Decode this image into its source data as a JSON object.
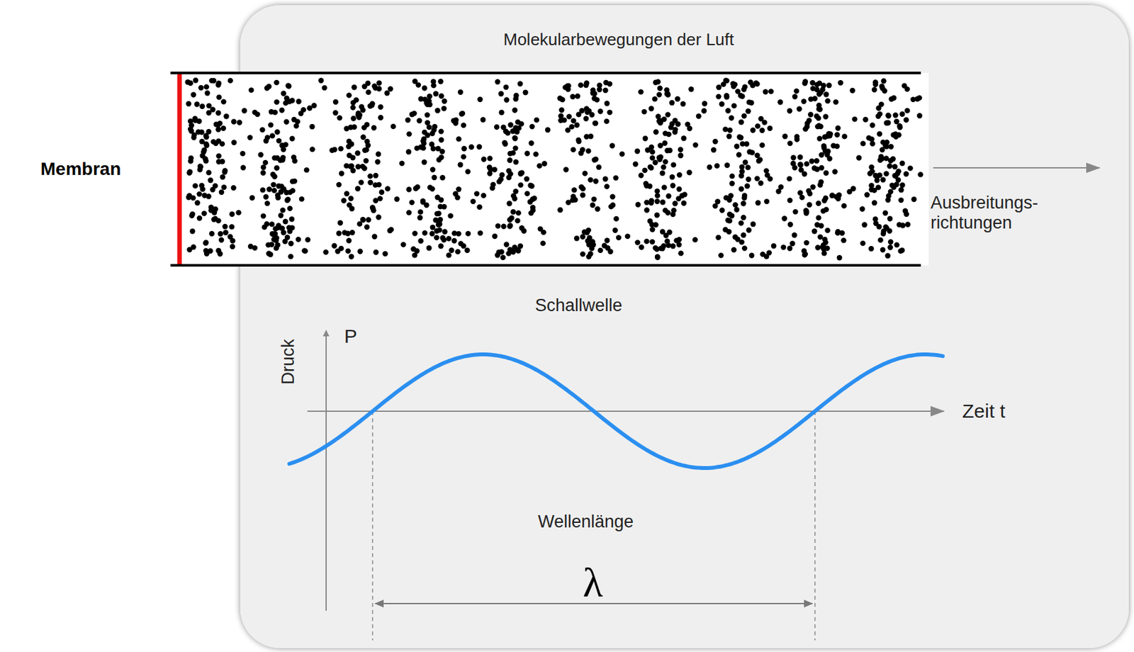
{
  "diagram": {
    "labels": [
      "Molekularbewegungen der Luft",
      "Membran",
      "Ausbreitungs- richtungen",
      "Schallwelle",
      "P",
      "Druck",
      "Zeit t",
      "Wellenlänge",
      "λ"
    ]
  }
}
